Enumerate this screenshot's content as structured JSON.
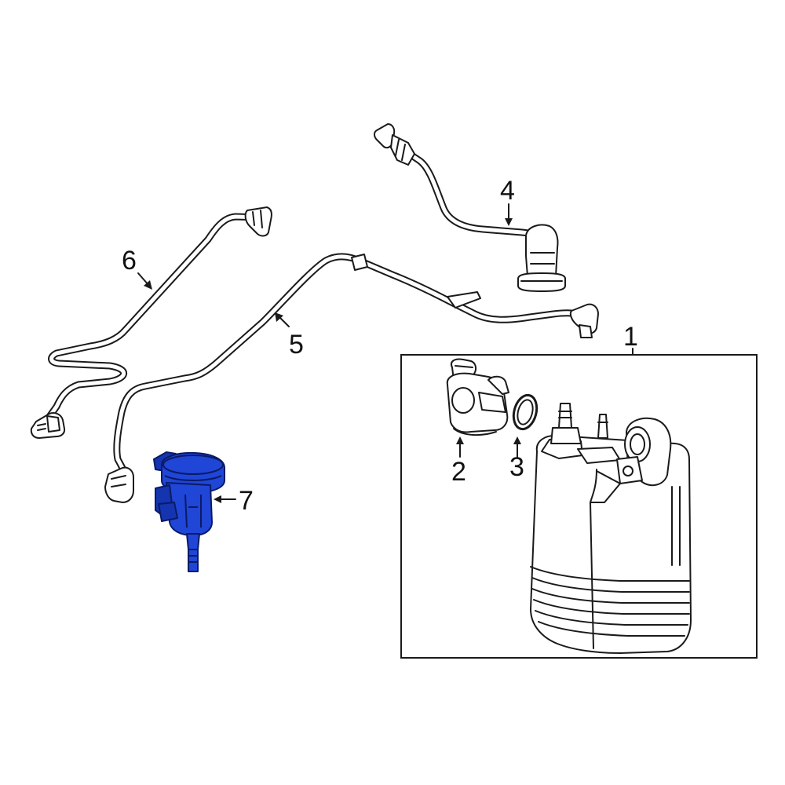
{
  "diagram": {
    "callouts": {
      "p1": "1",
      "p2": "2",
      "p3": "3",
      "p4": "4",
      "p5": "5",
      "p6": "6",
      "p7": "7"
    },
    "colors": {
      "highlight": "#1f46d6",
      "line": "#1a1a1a",
      "background": "#ffffff"
    }
  }
}
